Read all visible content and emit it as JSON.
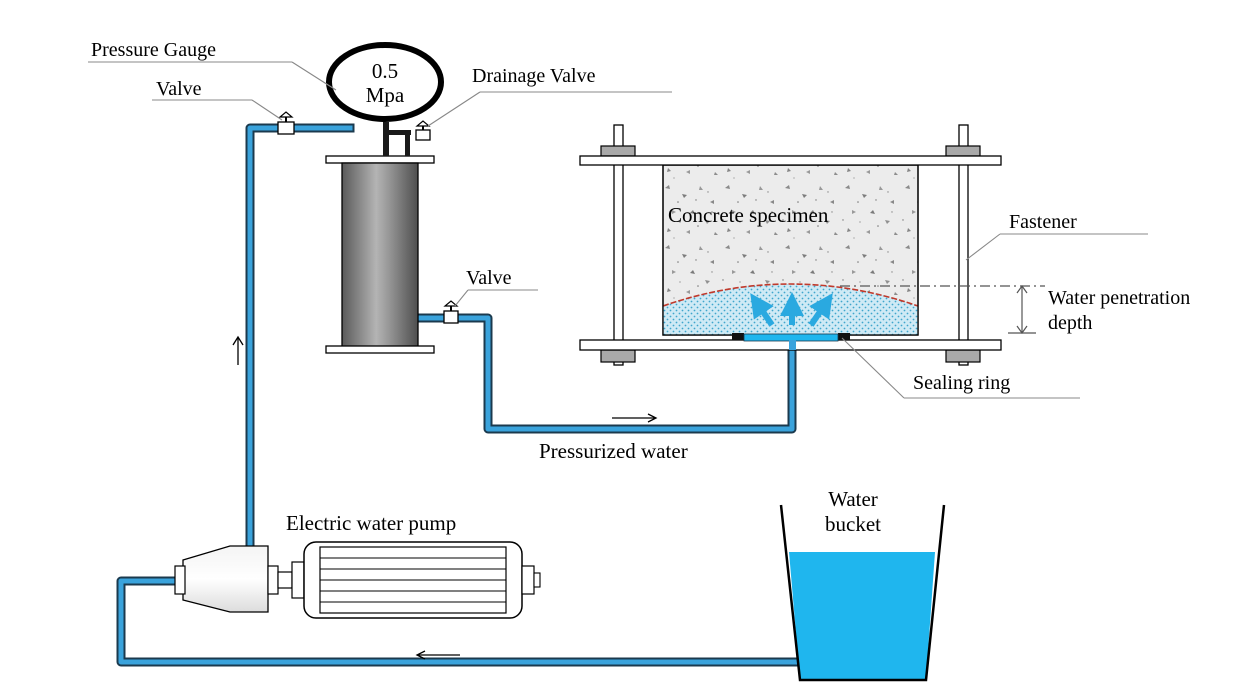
{
  "labels": {
    "pressure_gauge": "Pressure Gauge",
    "valve_top": "Valve",
    "drainage_valve": "Drainage Valve",
    "gauge_value": "0.5",
    "gauge_unit": "Mpa",
    "valve_side": "Valve",
    "concrete_specimen": "Concrete specimen",
    "fastener": "Fastener",
    "water_penetration_line1": "Water penetration",
    "water_penetration_line2": "depth",
    "sealing_ring": "Sealing ring",
    "pressurized_water": "Pressurized water",
    "electric_water_pump": "Electric water pump",
    "water_bucket_line1": "Water",
    "water_bucket_line2": "bucket"
  },
  "colors": {
    "water_pipe": "#3aa3dc",
    "pipe_outline": "#1b3a4e",
    "bucket_water": "#1fb6ee",
    "penetration_curve": "#c0392b",
    "cylinder_dark": "#5f5f5f",
    "cylinder_light": "#a9a9a9",
    "flow_arrow": "#2aa9e0"
  },
  "icons": {
    "flow_up_arrow": "up-arrow-icon",
    "flow_right_arrow": "right-arrow-icon",
    "flow_left_arrow": "left-arrow-icon",
    "penetration_arrows": "water-flow-arrows-icon"
  }
}
